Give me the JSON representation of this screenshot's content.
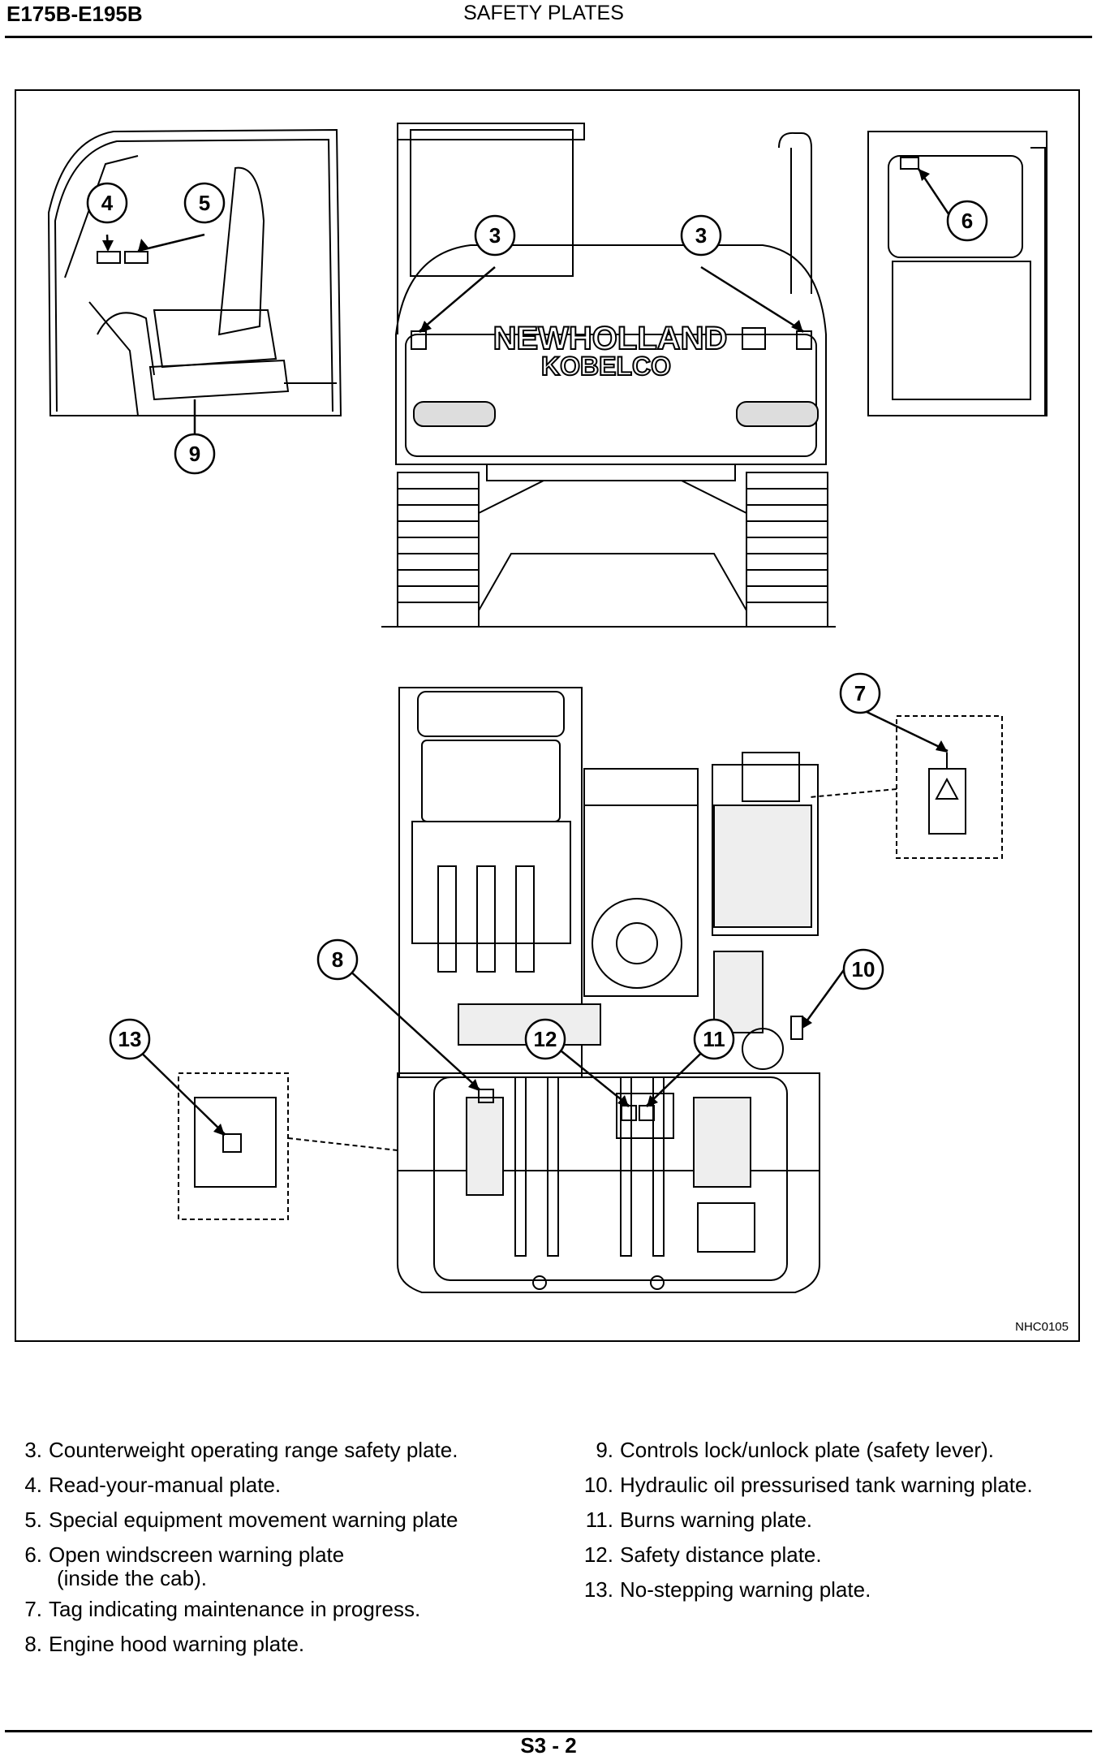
{
  "header": {
    "model": "E175B-E195B",
    "section_title": "SAFETY PLATES"
  },
  "figure": {
    "id": "NHC0105",
    "brand_line1": "NEWHOLLAND",
    "brand_line2": "KOBELCO",
    "callouts": [
      "3",
      "3",
      "4",
      "5",
      "6",
      "7",
      "8",
      "9",
      "10",
      "11",
      "12",
      "13"
    ]
  },
  "legend": {
    "left": [
      {
        "num": "3.",
        "text": "Counterweight operating range safety plate."
      },
      {
        "num": "4.",
        "text": "Read-your-manual plate."
      },
      {
        "num": "5.",
        "text": "Special equipment movement warning plate"
      },
      {
        "num": "6.",
        "text": "Open windscreen warning plate",
        "cont": "(inside the cab)."
      },
      {
        "num": "7.",
        "text": "Tag indicating maintenance in progress."
      },
      {
        "num": "8.",
        "text": "Engine hood warning plate."
      }
    ],
    "right": [
      {
        "num": "9.",
        "text": "Controls lock/unlock plate (safety lever)."
      },
      {
        "num": "10.",
        "text": "Hydraulic oil pressurised tank warning plate."
      },
      {
        "num": "11.",
        "text": "Burns warning plate."
      },
      {
        "num": "12.",
        "text": "Safety distance plate."
      },
      {
        "num": "13.",
        "text": "No-stepping warning plate."
      }
    ]
  },
  "footer": {
    "page": "S3 - 2"
  }
}
